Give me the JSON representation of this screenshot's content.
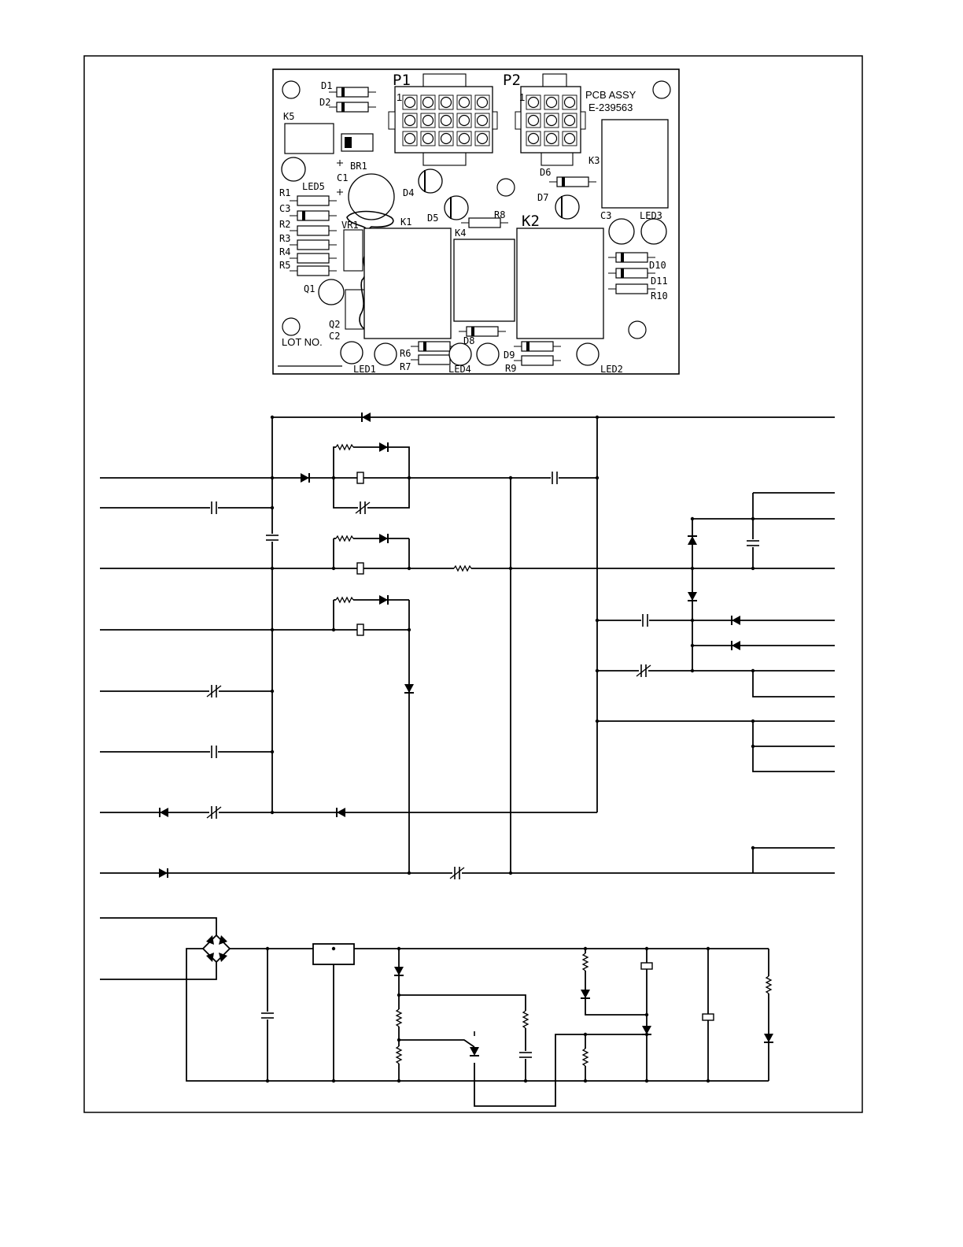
{
  "pcb": {
    "title_line1": "PCB ASSY",
    "title_line2": "E-239563",
    "lot": "LOT NO.",
    "connectors": {
      "p1": "P1",
      "p2": "P2",
      "pin1_p1": "1",
      "pin1_p2": "1"
    },
    "labels": {
      "D1": "D1",
      "D2": "D2",
      "K5": "K5",
      "BR1": "BR1",
      "C1": "C1",
      "LED5": "LED5",
      "R1": "R1",
      "C3a": "C3",
      "R2": "R2",
      "R3": "R3",
      "R4": "R4",
      "R5": "R5",
      "Q1": "Q1",
      "Q2": "Q2",
      "C2": "C2",
      "VR1": "VR1",
      "D4": "D4",
      "D5": "D5",
      "K1": "K1",
      "R8": "R8",
      "K4": "K4",
      "K2": "K2",
      "D6": "D6",
      "D7": "D7",
      "K3": "K3",
      "C3b": "C3",
      "LED3": "LED3",
      "D10": "D10",
      "D11": "D11",
      "R10": "R10",
      "R6": "R6",
      "R7": "R7",
      "D8": "D8",
      "D9": "D9",
      "R9": "R9",
      "LED1": "LED1",
      "LED4": "LED4",
      "LED2": "LED2"
    }
  },
  "colors": {
    "ink": "#000000",
    "paper": "#ffffff"
  }
}
